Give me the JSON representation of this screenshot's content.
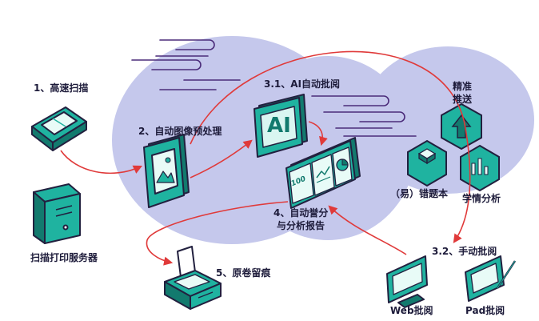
{
  "labels": {
    "step1": "1、高速扫描",
    "server": "扫描打印服务器",
    "step2": "2、自动图像预处理",
    "step31": "3.1、AI自动批阅",
    "ai_text": "AI",
    "step4_line1": "4、自动誉分",
    "step4_line2": "与分析报告",
    "step5": "5、原卷留痕",
    "push_line1": "精准",
    "push_line2": "推送",
    "wrong": "（易）错题本",
    "analysis": "学情分析",
    "step32": "3.2、手动批阅",
    "web": "Web批阅",
    "pad": "Pad批阅",
    "score_text": "100"
  },
  "colors": {
    "blob": "#c5c8ec",
    "teal": "#1fb3a0",
    "teal_dark": "#127a6e",
    "outline": "#22203f",
    "arrow": "#e03a3a",
    "streak": "#4b2c7a",
    "text": "#1d1b3a"
  }
}
